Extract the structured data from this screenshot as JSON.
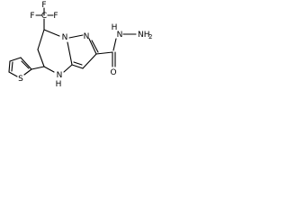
{
  "structure": {
    "atoms": {
      "f_top": "F",
      "f_left": "F",
      "c_cf3": "C",
      "f_right": "F",
      "n_top": "N",
      "n_top2": "N",
      "o_carbonyl": "O",
      "nh_hydrazide": "N",
      "h_hydrazide": "H",
      "nh2": "NH",
      "h2_sub": "2",
      "s_thiophene": "S",
      "nh_ring": "N",
      "h_ring": "H"
    }
  }
}
